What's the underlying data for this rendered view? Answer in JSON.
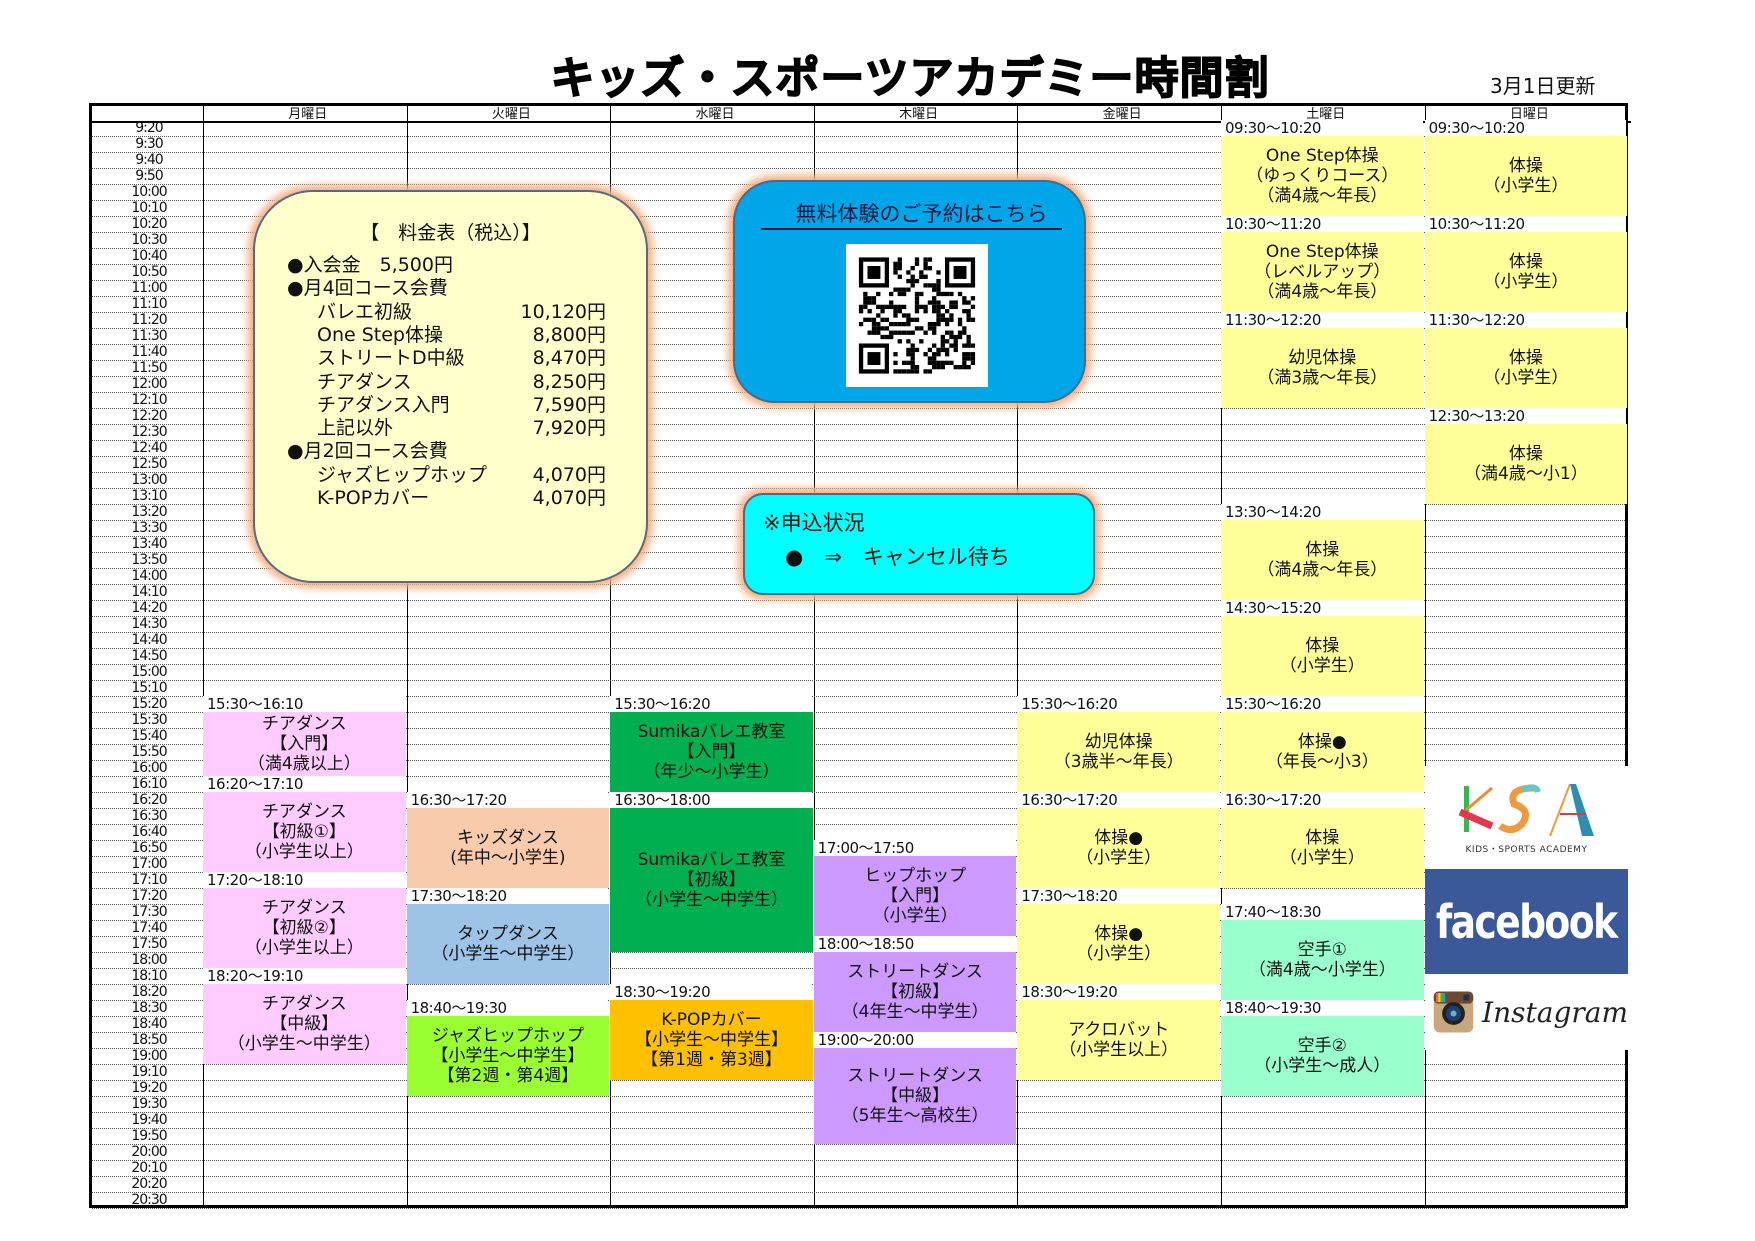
{
  "title": "キッズ・スポーツアカデミー時間割",
  "updated": "3月1日更新",
  "days": [
    "月曜日",
    "火曜日",
    "水曜日",
    "木曜日",
    "金曜日",
    "土曜日",
    "日曜日"
  ],
  "time_slots": [
    "9:20",
    "9:30",
    "9:40",
    "9:50",
    "10:00",
    "10:10",
    "10:20",
    "10:30",
    "10:40",
    "10:50",
    "11:00",
    "11:10",
    "11:20",
    "11:30",
    "11:40",
    "11:50",
    "12:00",
    "12:10",
    "12:20",
    "12:30",
    "12:40",
    "12:50",
    "13:00",
    "13:10",
    "13:20",
    "13:30",
    "13:40",
    "13:50",
    "14:00",
    "14:10",
    "14:20",
    "14:30",
    "14:40",
    "14:50",
    "15:00",
    "15:10",
    "15:20",
    "15:30",
    "15:40",
    "15:50",
    "16:00",
    "16:10",
    "16:20",
    "16:30",
    "16:40",
    "16:50",
    "17:00",
    "17:10",
    "17:20",
    "17:30",
    "17:40",
    "17:50",
    "18:00",
    "18:10",
    "18:20",
    "18:30",
    "18:40",
    "18:50",
    "19:00",
    "19:10",
    "19:20",
    "19:30",
    "19:40",
    "19:50",
    "20:00",
    "20:10",
    "20:20",
    "20:30"
  ],
  "colors": {
    "pink": "#ffccff",
    "peach": "#f8cbad",
    "blue": "#9dc3e6",
    "lime": "#99ff33",
    "green": "#00b050",
    "orange": "#ffc000",
    "purple": "#cc99ff",
    "yellow": "#ffff99",
    "mint": "#99ffcc"
  },
  "events": [
    {
      "day": 0,
      "time": "15:30～16:10",
      "lines": [
        "チアダンス",
        "【入門】",
        "（満4歳以上）"
      ],
      "color": "pink"
    },
    {
      "day": 0,
      "time": "16:20～17:10",
      "lines": [
        "チアダンス",
        "【初級①】",
        "（小学生以上）"
      ],
      "color": "pink"
    },
    {
      "day": 0,
      "time": "17:20～18:10",
      "lines": [
        "チアダンス",
        "【初級②】",
        "（小学生以上）"
      ],
      "color": "pink"
    },
    {
      "day": 0,
      "time": "18:20～19:10",
      "lines": [
        "チアダンス",
        "【中級】",
        "（小学生～中学生）"
      ],
      "color": "pink"
    },
    {
      "day": 1,
      "time": "16:30～17:20",
      "lines": [
        "キッズダンス",
        "(年中～小学生)"
      ],
      "color": "peach"
    },
    {
      "day": 1,
      "time": "17:30～18:20",
      "lines": [
        "タップダンス",
        "（小学生～中学生）"
      ],
      "color": "blue"
    },
    {
      "day": 1,
      "time": "18:40～19:30",
      "lines": [
        "ジャズヒップホップ",
        "【小学生～中学生】",
        "【第2週・第4週】"
      ],
      "color": "lime"
    },
    {
      "day": 2,
      "time": "15:30～16:20",
      "lines": [
        "Sumikaバレエ教室",
        "【入門】",
        "（年少～小学生）"
      ],
      "color": "green"
    },
    {
      "day": 2,
      "time": "16:30～18:00",
      "lines": [
        "Sumikaバレエ教室",
        "【初級】",
        "（小学生～中学生）"
      ],
      "color": "green"
    },
    {
      "day": 2,
      "time": "18:30～19:20",
      "lines": [
        "K-POPカバー",
        "【小学生～中学生】",
        "【第1週・第3週】"
      ],
      "color": "orange"
    },
    {
      "day": 3,
      "time": "17:00～17:50",
      "lines": [
        "ヒップホップ",
        "【入門】",
        "（小学生）"
      ],
      "color": "purple"
    },
    {
      "day": 3,
      "time": "18:00～18:50",
      "lines": [
        "ストリートダンス",
        "【初級】",
        "（4年生～中学生）"
      ],
      "color": "purple"
    },
    {
      "day": 3,
      "time": "19:00～20:00",
      "lines": [
        "ストリートダンス",
        "【中級】",
        "（5年生～高校生）"
      ],
      "color": "purple"
    },
    {
      "day": 4,
      "time": "15:30～16:20",
      "lines": [
        "幼児体操",
        "（3歳半～年長）"
      ],
      "color": "yellow"
    },
    {
      "day": 4,
      "time": "16:30～17:20",
      "lines": [
        "体操●",
        "（小学生）"
      ],
      "color": "yellow"
    },
    {
      "day": 4,
      "time": "17:30～18:20",
      "lines": [
        "体操●",
        "（小学生）"
      ],
      "color": "yellow"
    },
    {
      "day": 4,
      "time": "18:30～19:20",
      "lines": [
        "アクロバット",
        "（小学生以上）"
      ],
      "color": "yellow"
    },
    {
      "day": 5,
      "time": "09:30～10:20",
      "lines": [
        "One Step体操",
        "（ゆっくりコース）",
        "（満4歳～年長）"
      ],
      "color": "yellow"
    },
    {
      "day": 5,
      "time": "10:30～11:20",
      "lines": [
        "One Step体操",
        "（レベルアップ）",
        "（満4歳～年長）"
      ],
      "color": "yellow"
    },
    {
      "day": 5,
      "time": "11:30～12:20",
      "lines": [
        "幼児体操",
        "（満3歳～年長）"
      ],
      "color": "yellow"
    },
    {
      "day": 5,
      "time": "13:30～14:20",
      "lines": [
        "体操",
        "（満4歳～年長）"
      ],
      "color": "yellow"
    },
    {
      "day": 5,
      "time": "14:30～15:20",
      "lines": [
        "体操",
        "（小学生）"
      ],
      "color": "yellow"
    },
    {
      "day": 5,
      "time": "15:30～16:20",
      "lines": [
        "体操●",
        "（年長～小3）"
      ],
      "color": "yellow"
    },
    {
      "day": 5,
      "time": "16:30～17:20",
      "lines": [
        "体操",
        "（小学生）"
      ],
      "color": "yellow"
    },
    {
      "day": 5,
      "time": "17:40～18:30",
      "lines": [
        "空手①",
        "（満4歳～小学生）"
      ],
      "color": "mint"
    },
    {
      "day": 5,
      "time": "18:40～19:30",
      "lines": [
        "空手②",
        "（小学生～成人）"
      ],
      "color": "mint"
    },
    {
      "day": 6,
      "time": "09:30～10:20",
      "lines": [
        "体操",
        "（小学生）"
      ],
      "color": "yellow"
    },
    {
      "day": 6,
      "time": "10:30～11:20",
      "lines": [
        "体操",
        "（小学生）"
      ],
      "color": "yellow"
    },
    {
      "day": 6,
      "time": "11:30～12:20",
      "lines": [
        "体操",
        "（小学生）"
      ],
      "color": "yellow"
    },
    {
      "day": 6,
      "time": "12:30～13:20",
      "lines": [
        "体操",
        "（満4歳～小1）"
      ],
      "color": "yellow"
    }
  ],
  "price": {
    "title": "【　料金表（税込）】",
    "rows": [
      {
        "label": "●入会金　5,500円",
        "value": "",
        "indent": 0
      },
      {
        "label": "●月4回コース会費",
        "value": "",
        "indent": 0
      },
      {
        "label": "バレエ初級",
        "value": "10,120円",
        "indent": 1
      },
      {
        "label": "One Step体操",
        "value": "8,800円",
        "indent": 1
      },
      {
        "label": "ストリートD中級",
        "value": "8,470円",
        "indent": 1
      },
      {
        "label": "チアダンス",
        "value": "8,250円",
        "indent": 1
      },
      {
        "label": "チアダンス入門",
        "value": "7,590円",
        "indent": 1
      },
      {
        "label": "上記以外",
        "value": "7,920円",
        "indent": 1
      },
      {
        "label": "●月2回コース会費",
        "value": "",
        "indent": 0
      },
      {
        "label": "ジャズヒップホップ",
        "value": "4,070円",
        "indent": 1
      },
      {
        "label": "K-POPカバー",
        "value": "4,070円",
        "indent": 1
      }
    ]
  },
  "trial": {
    "title": "無料体験のご予約はこちら"
  },
  "status": {
    "title": "※申込状況",
    "legend": "●　⇒　キャンセル待ち"
  },
  "logos": {
    "ksa": "KSA",
    "ksa_sub": "KIDS・SPORTS ACADEMY",
    "facebook": "facebook",
    "instagram": "Instagram"
  }
}
